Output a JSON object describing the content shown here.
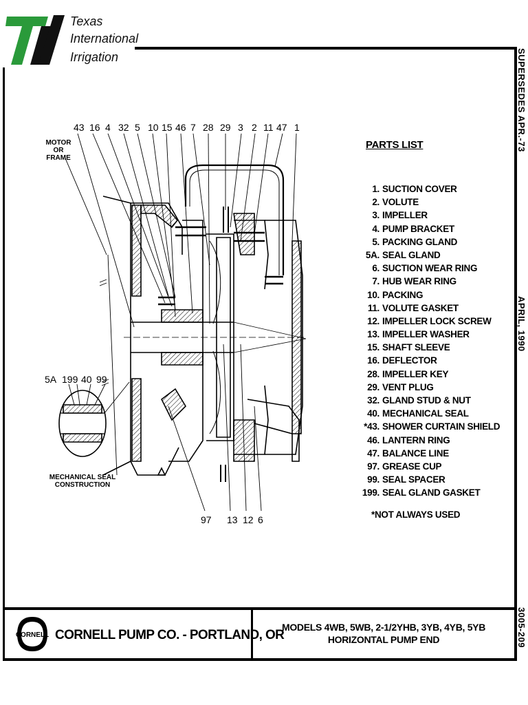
{
  "logo": {
    "line1": "Texas",
    "line2": "International",
    "line3": "Irrigation",
    "colors": {
      "green": "#2a9a3a",
      "black": "#111111"
    }
  },
  "side": {
    "supersedes": "SUPERSEDES APR.-73",
    "date": "APRIL, 1990",
    "doc_number": "3005-209"
  },
  "diagram": {
    "top_callouts": [
      "43",
      "16",
      "4",
      "32",
      "5",
      "10",
      "15",
      "46",
      "7",
      "28",
      "29",
      "3",
      "2",
      "11",
      "47",
      "1"
    ],
    "bottom_callouts": [
      "97",
      "13",
      "12",
      "6"
    ],
    "inset_callouts": [
      "5A",
      "199",
      "40",
      "99"
    ],
    "motor_label": [
      "MOTOR",
      "OR",
      "FRAME"
    ],
    "seal_label": [
      "MECHANICAL SEAL",
      "CONSTRUCTION"
    ]
  },
  "parts_list": {
    "title": "PARTS LIST",
    "items": [
      {
        "num": "1.",
        "name": "SUCTION COVER"
      },
      {
        "num": "2.",
        "name": "VOLUTE"
      },
      {
        "num": "3.",
        "name": "IMPELLER"
      },
      {
        "num": "4.",
        "name": "PUMP BRACKET"
      },
      {
        "num": "5.",
        "name": "PACKING GLAND"
      },
      {
        "num": "5A.",
        "name": "SEAL GLAND"
      },
      {
        "num": "6.",
        "name": "SUCTION WEAR RING"
      },
      {
        "num": "7.",
        "name": "HUB WEAR RING"
      },
      {
        "num": "10.",
        "name": "PACKING"
      },
      {
        "num": "11.",
        "name": "VOLUTE GASKET"
      },
      {
        "num": "12.",
        "name": "IMPELLER LOCK SCREW"
      },
      {
        "num": "13.",
        "name": "IMPELLER WASHER"
      },
      {
        "num": "15.",
        "name": "SHAFT SLEEVE"
      },
      {
        "num": "16.",
        "name": "DEFLECTOR"
      },
      {
        "num": "28.",
        "name": "IMPELLER KEY"
      },
      {
        "num": "29.",
        "name": "VENT PLUG"
      },
      {
        "num": "32.",
        "name": "GLAND STUD & NUT"
      },
      {
        "num": "40.",
        "name": "MECHANICAL SEAL"
      },
      {
        "num": "*43.",
        "name": "SHOWER CURTAIN SHIELD"
      },
      {
        "num": "46.",
        "name": "LANTERN RING"
      },
      {
        "num": "47.",
        "name": "BALANCE LINE"
      },
      {
        "num": "97.",
        "name": "GREASE CUP"
      },
      {
        "num": "99.",
        "name": "SEAL SPACER"
      },
      {
        "num": "199.",
        "name": "SEAL GLAND GASKET"
      }
    ],
    "footnote": "*NOT ALWAYS USED"
  },
  "title_block": {
    "cornell_logo_text": "CORNELL",
    "company": "CORNELL PUMP CO. - PORTLAND, OR",
    "models_line1": "MODELS 4WB, 5WB, 2-1/2YHB, 3YB, 4YB, 5YB",
    "models_line2": "HORIZONTAL PUMP END"
  }
}
